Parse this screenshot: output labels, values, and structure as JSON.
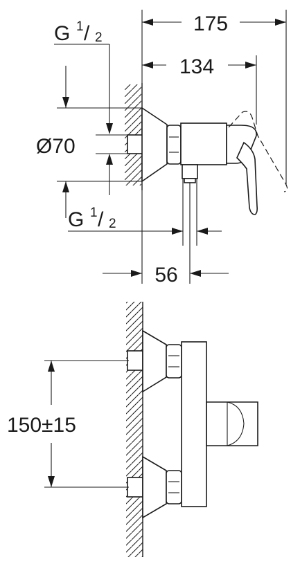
{
  "dimensions": {
    "overall_length": "175",
    "body_length": "134",
    "inlet_diameter": "Ø70",
    "thread_top": {
      "letter": "G",
      "numerator": "1",
      "denominator": "2"
    },
    "thread_bottom": {
      "letter": "G",
      "numerator": "1",
      "denominator": "2"
    },
    "outlet_offset": "56",
    "inlet_spacing": "150±15"
  },
  "colors": {
    "line": "#1a1a1a",
    "background": "#ffffff"
  }
}
